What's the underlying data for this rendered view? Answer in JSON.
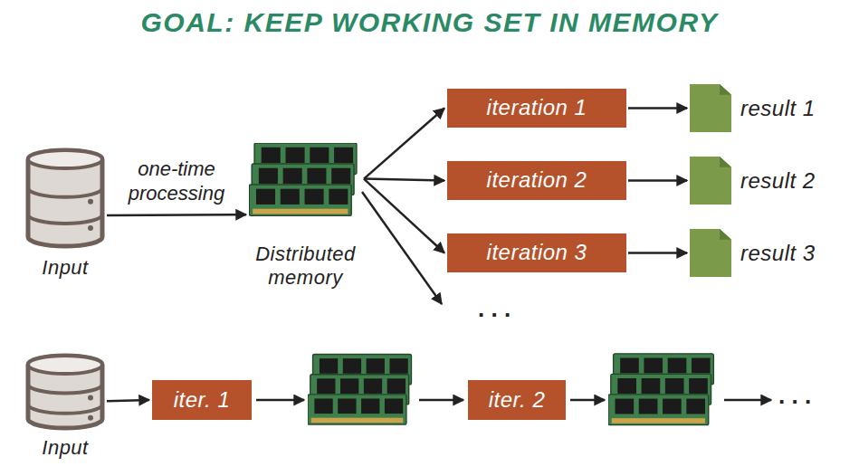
{
  "diagram": {
    "title": "GOAL: KEEP WORKING SET IN MEMORY",
    "nodes": [
      {
        "text": [
          "Input"
        ]
      },
      {
        "text": [
          "Distributed memory"
        ]
      },
      {
        "text": [
          "iteration 1"
        ]
      },
      {
        "text": [
          "result 1"
        ]
      },
      {
        "text": [
          "iteration 2"
        ]
      },
      {
        "text": [
          "result 2"
        ]
      },
      {
        "text": [
          "iteration 3"
        ]
      },
      {
        "text": [
          "result 3"
        ]
      },
      {
        "text": [
          "Input"
        ]
      },
      {
        "text": [
          "iter. 1"
        ]
      },
      {
        "text": [
          "iter. 2"
        ]
      }
    ],
    "edges": [
      {
        "from": 0,
        "to": 1,
        "arrow": "to",
        "label": "one-time processing"
      },
      {
        "from": 1,
        "to": 2,
        "arrow": "to"
      },
      {
        "from": 1,
        "to": 4,
        "arrow": "to"
      },
      {
        "from": 1,
        "to": 6,
        "arrow": "to"
      },
      {
        "from": 2,
        "to": 3,
        "arrow": "to"
      },
      {
        "from": 4,
        "to": 5,
        "arrow": "to"
      },
      {
        "from": 6,
        "to": 7,
        "arrow": "to"
      },
      {
        "from": 8,
        "to": 9,
        "arrow": "to"
      }
    ],
    "labels": [
      ". . .",
      ". . ."
    ]
  }
}
